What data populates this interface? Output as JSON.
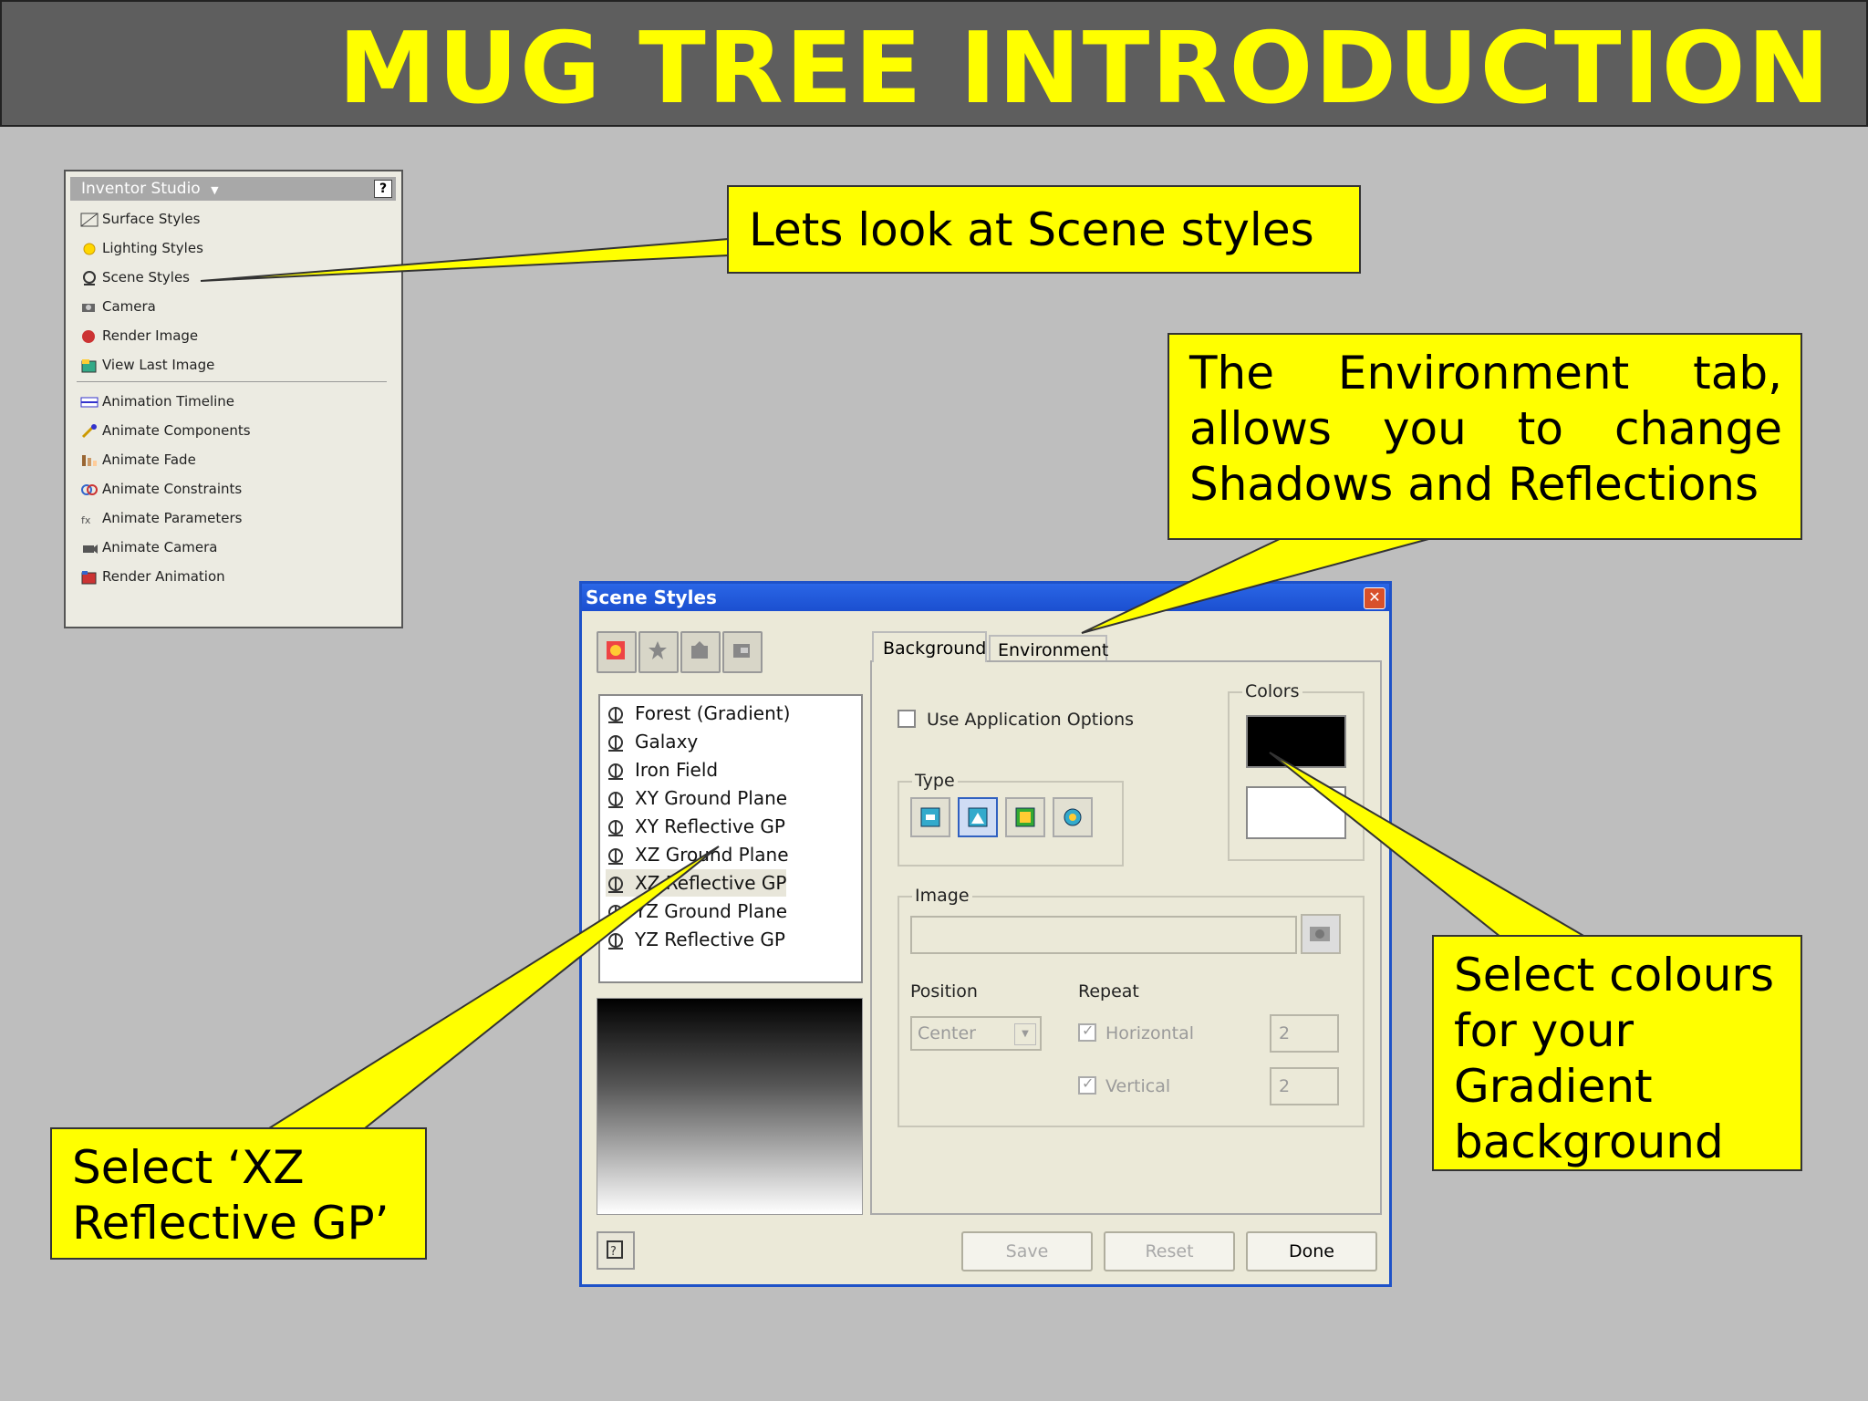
{
  "title": "MUG TREE INTRODUCTION",
  "colors": {
    "title_bg": "#5e5e5e",
    "title_text": "#ffff00",
    "callout_bg": "#ffff00",
    "slide_bg": "#bebebe",
    "dialog_title": "#1e52c8"
  },
  "callouts": {
    "scene": [
      "Lets look at Scene styles"
    ],
    "environment": [
      "The Environment tab,",
      "allows you to change",
      "Shadows and Reflections"
    ],
    "colours": [
      "Select colours",
      "for your",
      "Gradient",
      "background"
    ],
    "xz": [
      "Select ‘XZ",
      "Reflective GP’"
    ]
  },
  "studio_panel": {
    "header": "Inventor Studio",
    "items": [
      {
        "label": "Surface Styles",
        "icon": "surface-styles-icon"
      },
      {
        "label": "Lighting Styles",
        "icon": "lighting-styles-icon"
      },
      {
        "label": "Scene Styles",
        "icon": "scene-styles-icon"
      },
      {
        "label": "Camera",
        "icon": "camera-icon"
      },
      {
        "label": "Render Image",
        "icon": "render-image-icon"
      },
      {
        "label": "View Last Image",
        "icon": "view-last-image-icon"
      },
      {
        "label": "Animation Timeline",
        "icon": "animation-timeline-icon"
      },
      {
        "label": "Animate Components",
        "icon": "animate-components-icon"
      },
      {
        "label": "Animate Fade",
        "icon": "animate-fade-icon"
      },
      {
        "label": "Animate Constraints",
        "icon": "animate-constraints-icon"
      },
      {
        "label": "Animate Parameters",
        "icon": "animate-parameters-icon"
      },
      {
        "label": "Animate Camera",
        "icon": "animate-camera-icon"
      },
      {
        "label": "Render Animation",
        "icon": "render-animation-icon"
      }
    ]
  },
  "dialog": {
    "title": "Scene Styles",
    "styles": [
      "Forest (Gradient)",
      "Galaxy",
      "Iron Field",
      "XY Ground Plane",
      "XY Reflective GP",
      "XZ Ground Plane",
      "XZ Reflective GP",
      "YZ Ground Plane",
      "YZ Reflective GP"
    ],
    "selected_style": "XZ Reflective GP",
    "tabs": [
      "Background",
      "Environment"
    ],
    "active_tab": "Background",
    "use_app_options": "Use Application Options",
    "type_group": "Type",
    "colors_group": "Colors",
    "image_group": "Image",
    "position_label": "Position",
    "position_value": "Center",
    "repeat_label": "Repeat",
    "horizontal_label": "Horizontal",
    "vertical_label": "Vertical",
    "horizontal_value": "2",
    "vertical_value": "2",
    "buttons": {
      "save": "Save",
      "reset": "Reset",
      "done": "Done"
    }
  }
}
